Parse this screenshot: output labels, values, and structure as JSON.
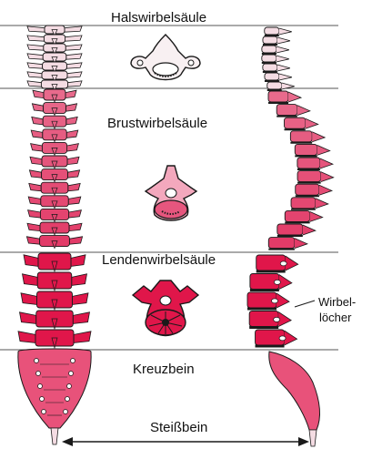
{
  "labels": {
    "cervical": "Halswirbelsäule",
    "thoracic": "Brustwirbelsäule",
    "lumbar": "Lendenwirbelsäule",
    "sacrum": "Kreuzbein",
    "coccyx": "Steißbein",
    "foramen_line1": "Wirbel-",
    "foramen_line2": "löcher"
  },
  "colors": {
    "cervical": "#f4dce3",
    "thoracic_top": "#e86a8c",
    "thoracic_bottom": "#e23b68",
    "lumbar": "#e0164a",
    "sacrum": "#e8527a",
    "outline": "#1a1a1a",
    "divider": "#555555"
  },
  "segments": {
    "cervical": 7,
    "thoracic": 12,
    "lumbar": 5
  }
}
